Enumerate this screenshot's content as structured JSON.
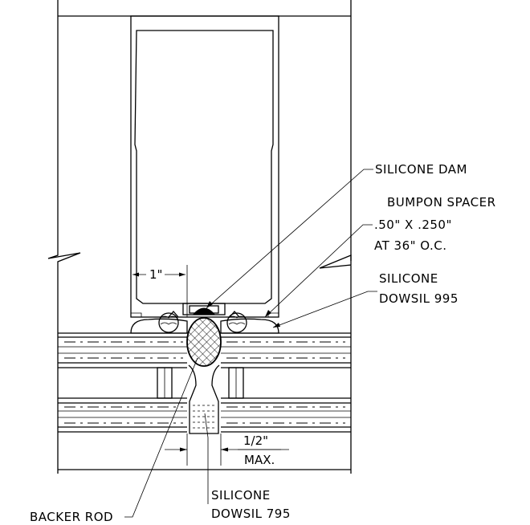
{
  "labels": {
    "silicone_dam": "SILICONE DAM",
    "bumpon_line1": "BUMPON SPACER",
    "bumpon_line2": ".50\" X .250\"",
    "bumpon_line3": "AT 36\" O.C.",
    "silicone995_line1": "SILICONE",
    "silicone995_line2": "DOWSIL 995",
    "backer_rod": "BACKER ROD",
    "silicone795_line1": "SILICONE",
    "silicone795_line2": "DOWSIL 795"
  },
  "dimensions": {
    "offset": "1\"",
    "joint_width": "1/2\"",
    "joint_note": "MAX."
  }
}
